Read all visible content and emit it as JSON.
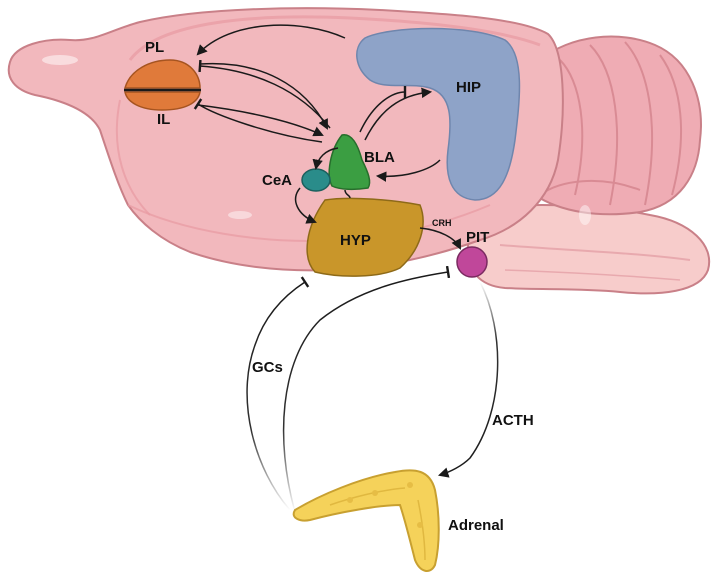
{
  "labels": {
    "pl": "PL",
    "il": "IL",
    "hip": "HIP",
    "bla": "BLA",
    "cea": "CeA",
    "hyp": "HYP",
    "crh": "CRH",
    "pit": "PIT",
    "gcs": "GCs",
    "acth": "ACTH",
    "adrenal": "Adrenal"
  },
  "colors": {
    "brain": "#f2b8bd",
    "brain_shade": "#e89aa3",
    "brain_outline": "#c98088",
    "cerebellum": "#efacb4",
    "brainstem": "#f7cccb",
    "pl": "#e07a3a",
    "il": "#e07a3a",
    "hip": "#8ea3c8",
    "bla": "#3b9e42",
    "cea": "#2a8c8a",
    "hyp": "#c9962a",
    "pit": "#c0479a",
    "adrenal": "#f5d25a",
    "adrenal_outline": "#c8a030",
    "arrow": "#1a1a1a"
  }
}
